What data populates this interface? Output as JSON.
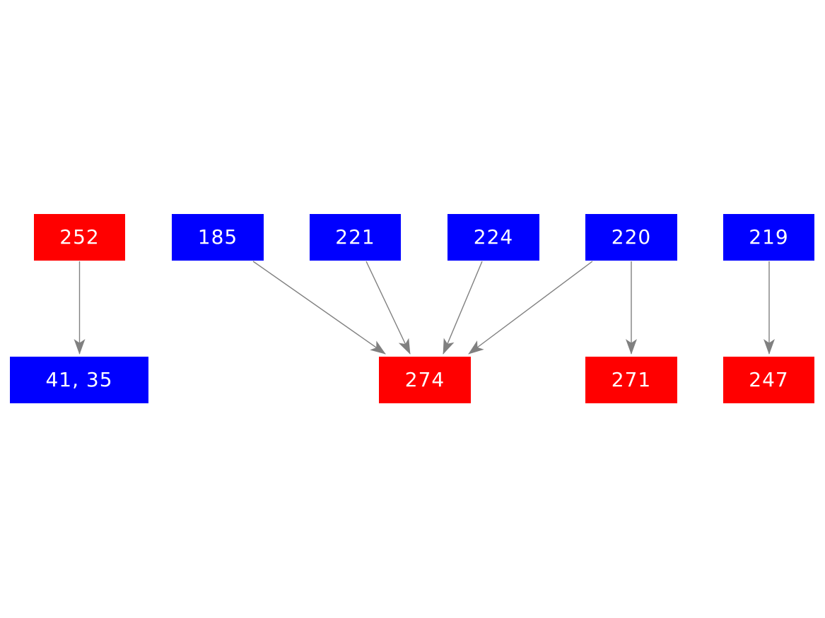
{
  "diagram": {
    "type": "directed-graph",
    "background_color": "#ffffff",
    "edge_color": "#808080",
    "node_text_color": "#ffffff",
    "node_colors": {
      "red": "#ff0000",
      "blue": "#0000ff"
    },
    "nodes": [
      {
        "id": "252",
        "label": "252",
        "color": "red",
        "row": "top"
      },
      {
        "id": "185",
        "label": "185",
        "color": "blue",
        "row": "top"
      },
      {
        "id": "221",
        "label": "221",
        "color": "blue",
        "row": "top"
      },
      {
        "id": "224",
        "label": "224",
        "color": "blue",
        "row": "top"
      },
      {
        "id": "220",
        "label": "220",
        "color": "blue",
        "row": "top"
      },
      {
        "id": "219",
        "label": "219",
        "color": "blue",
        "row": "top"
      },
      {
        "id": "41-35",
        "label": "41, 35",
        "color": "blue",
        "row": "bottom"
      },
      {
        "id": "274",
        "label": "274",
        "color": "red",
        "row": "bottom"
      },
      {
        "id": "271",
        "label": "271",
        "color": "red",
        "row": "bottom"
      },
      {
        "id": "247",
        "label": "247",
        "color": "red",
        "row": "bottom"
      }
    ],
    "edges": [
      {
        "from": "252",
        "to": "41-35"
      },
      {
        "from": "185",
        "to": "274"
      },
      {
        "from": "221",
        "to": "274"
      },
      {
        "from": "224",
        "to": "274"
      },
      {
        "from": "220",
        "to": "274"
      },
      {
        "from": "220",
        "to": "271"
      },
      {
        "from": "219",
        "to": "247"
      }
    ]
  }
}
